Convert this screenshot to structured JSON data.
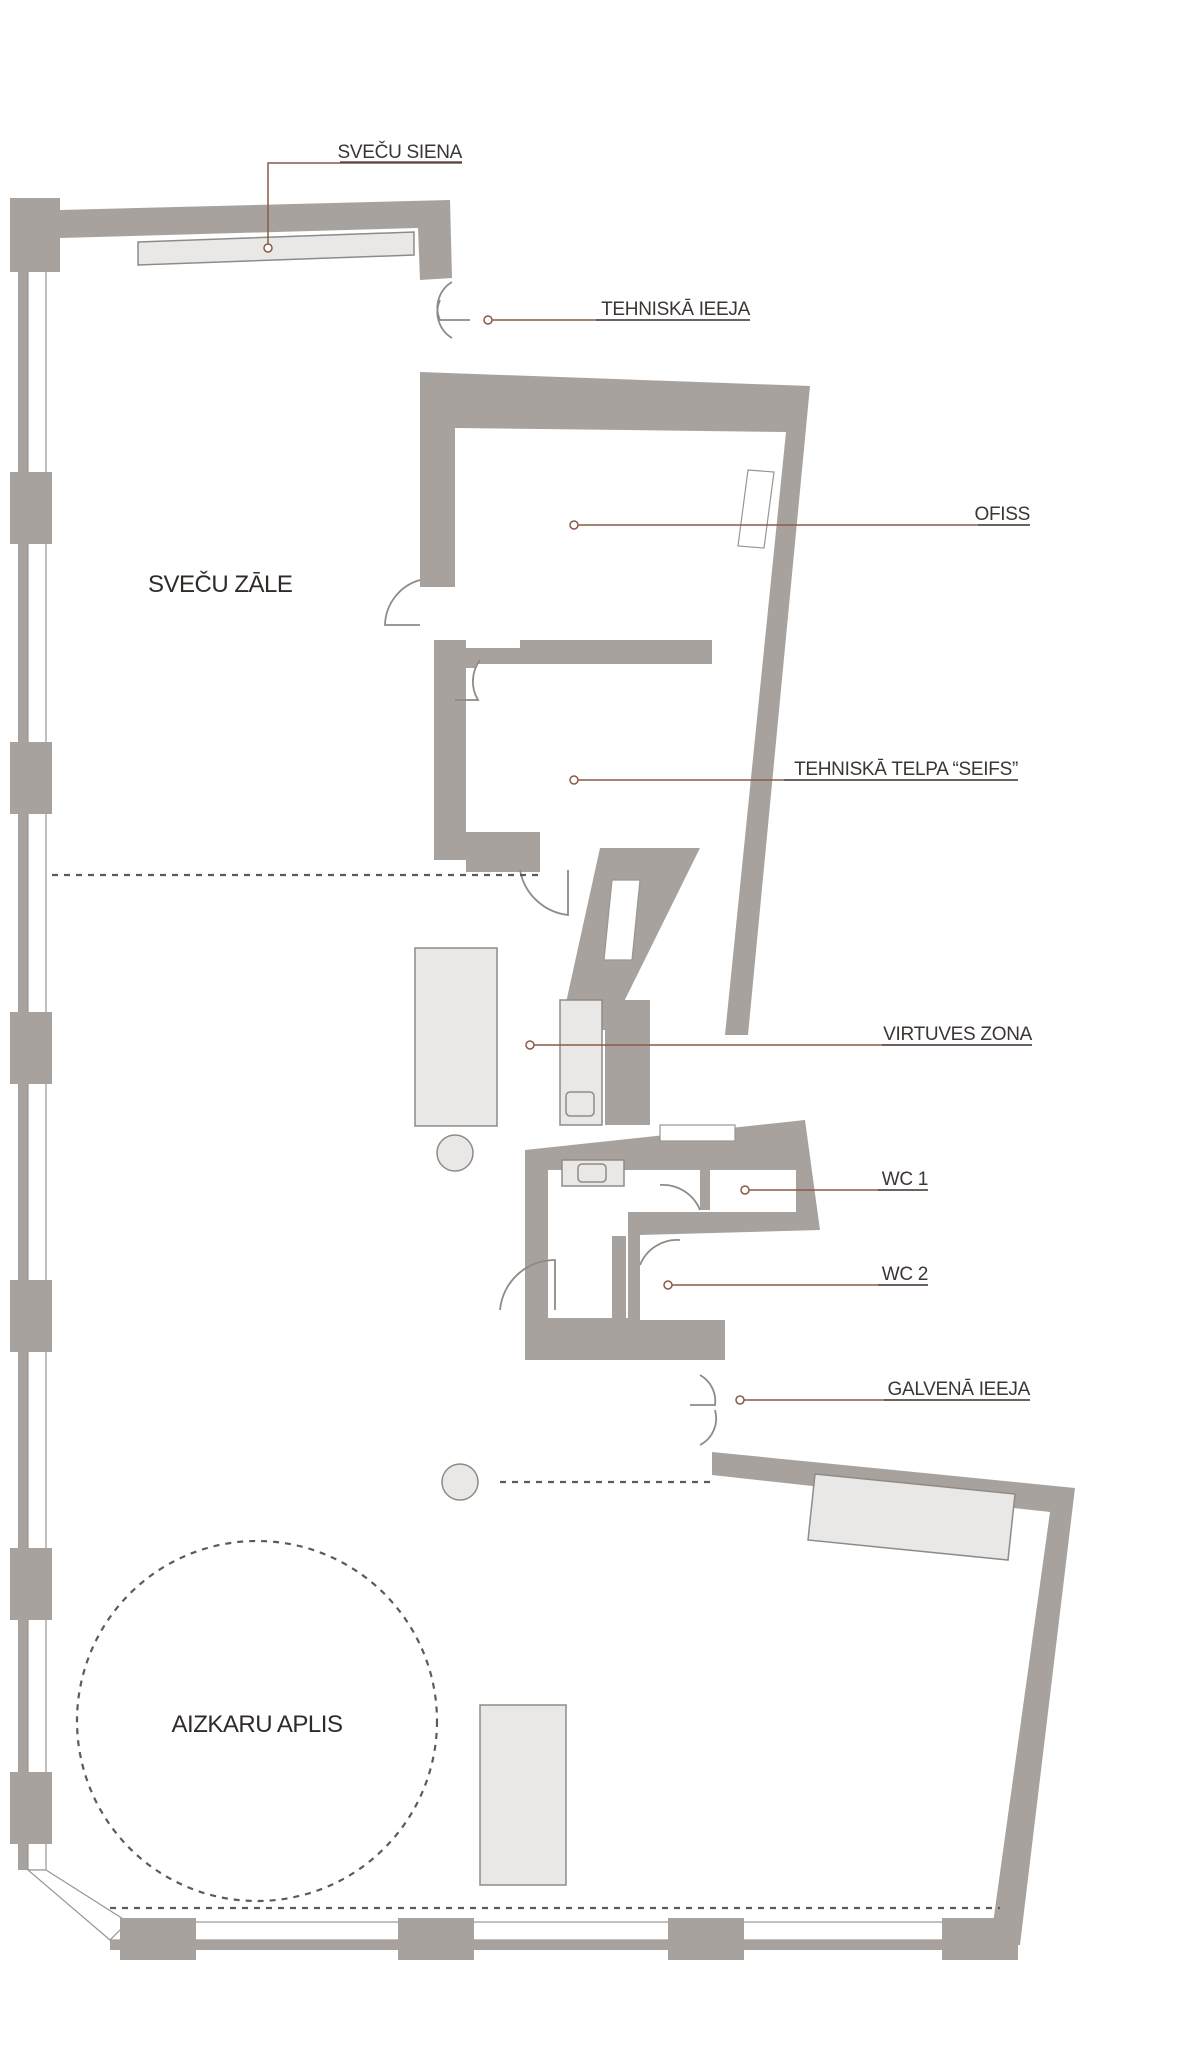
{
  "plan": {
    "rooms": {
      "candle_hall": "SVEČU ZĀLE",
      "curtain_circle": "AIZKARU APLIS"
    },
    "callouts": {
      "candle_wall": "SVEČU SIENA",
      "technical_entrance": "TEHNISKĀ IEEJA",
      "office": "OFISS",
      "technical_room": "TEHNISKĀ TELPA “SEIFS”",
      "kitchen_zone": "VIRTUVES ZONA",
      "wc1": "WC 1",
      "wc2": "WC 2",
      "main_entrance": "GALVENĀ IEEJA"
    },
    "colors": {
      "wall": "#a8a29e",
      "leader": "#8a5a47",
      "furniture": "#e9e8e6",
      "text": "#3b3634"
    }
  }
}
